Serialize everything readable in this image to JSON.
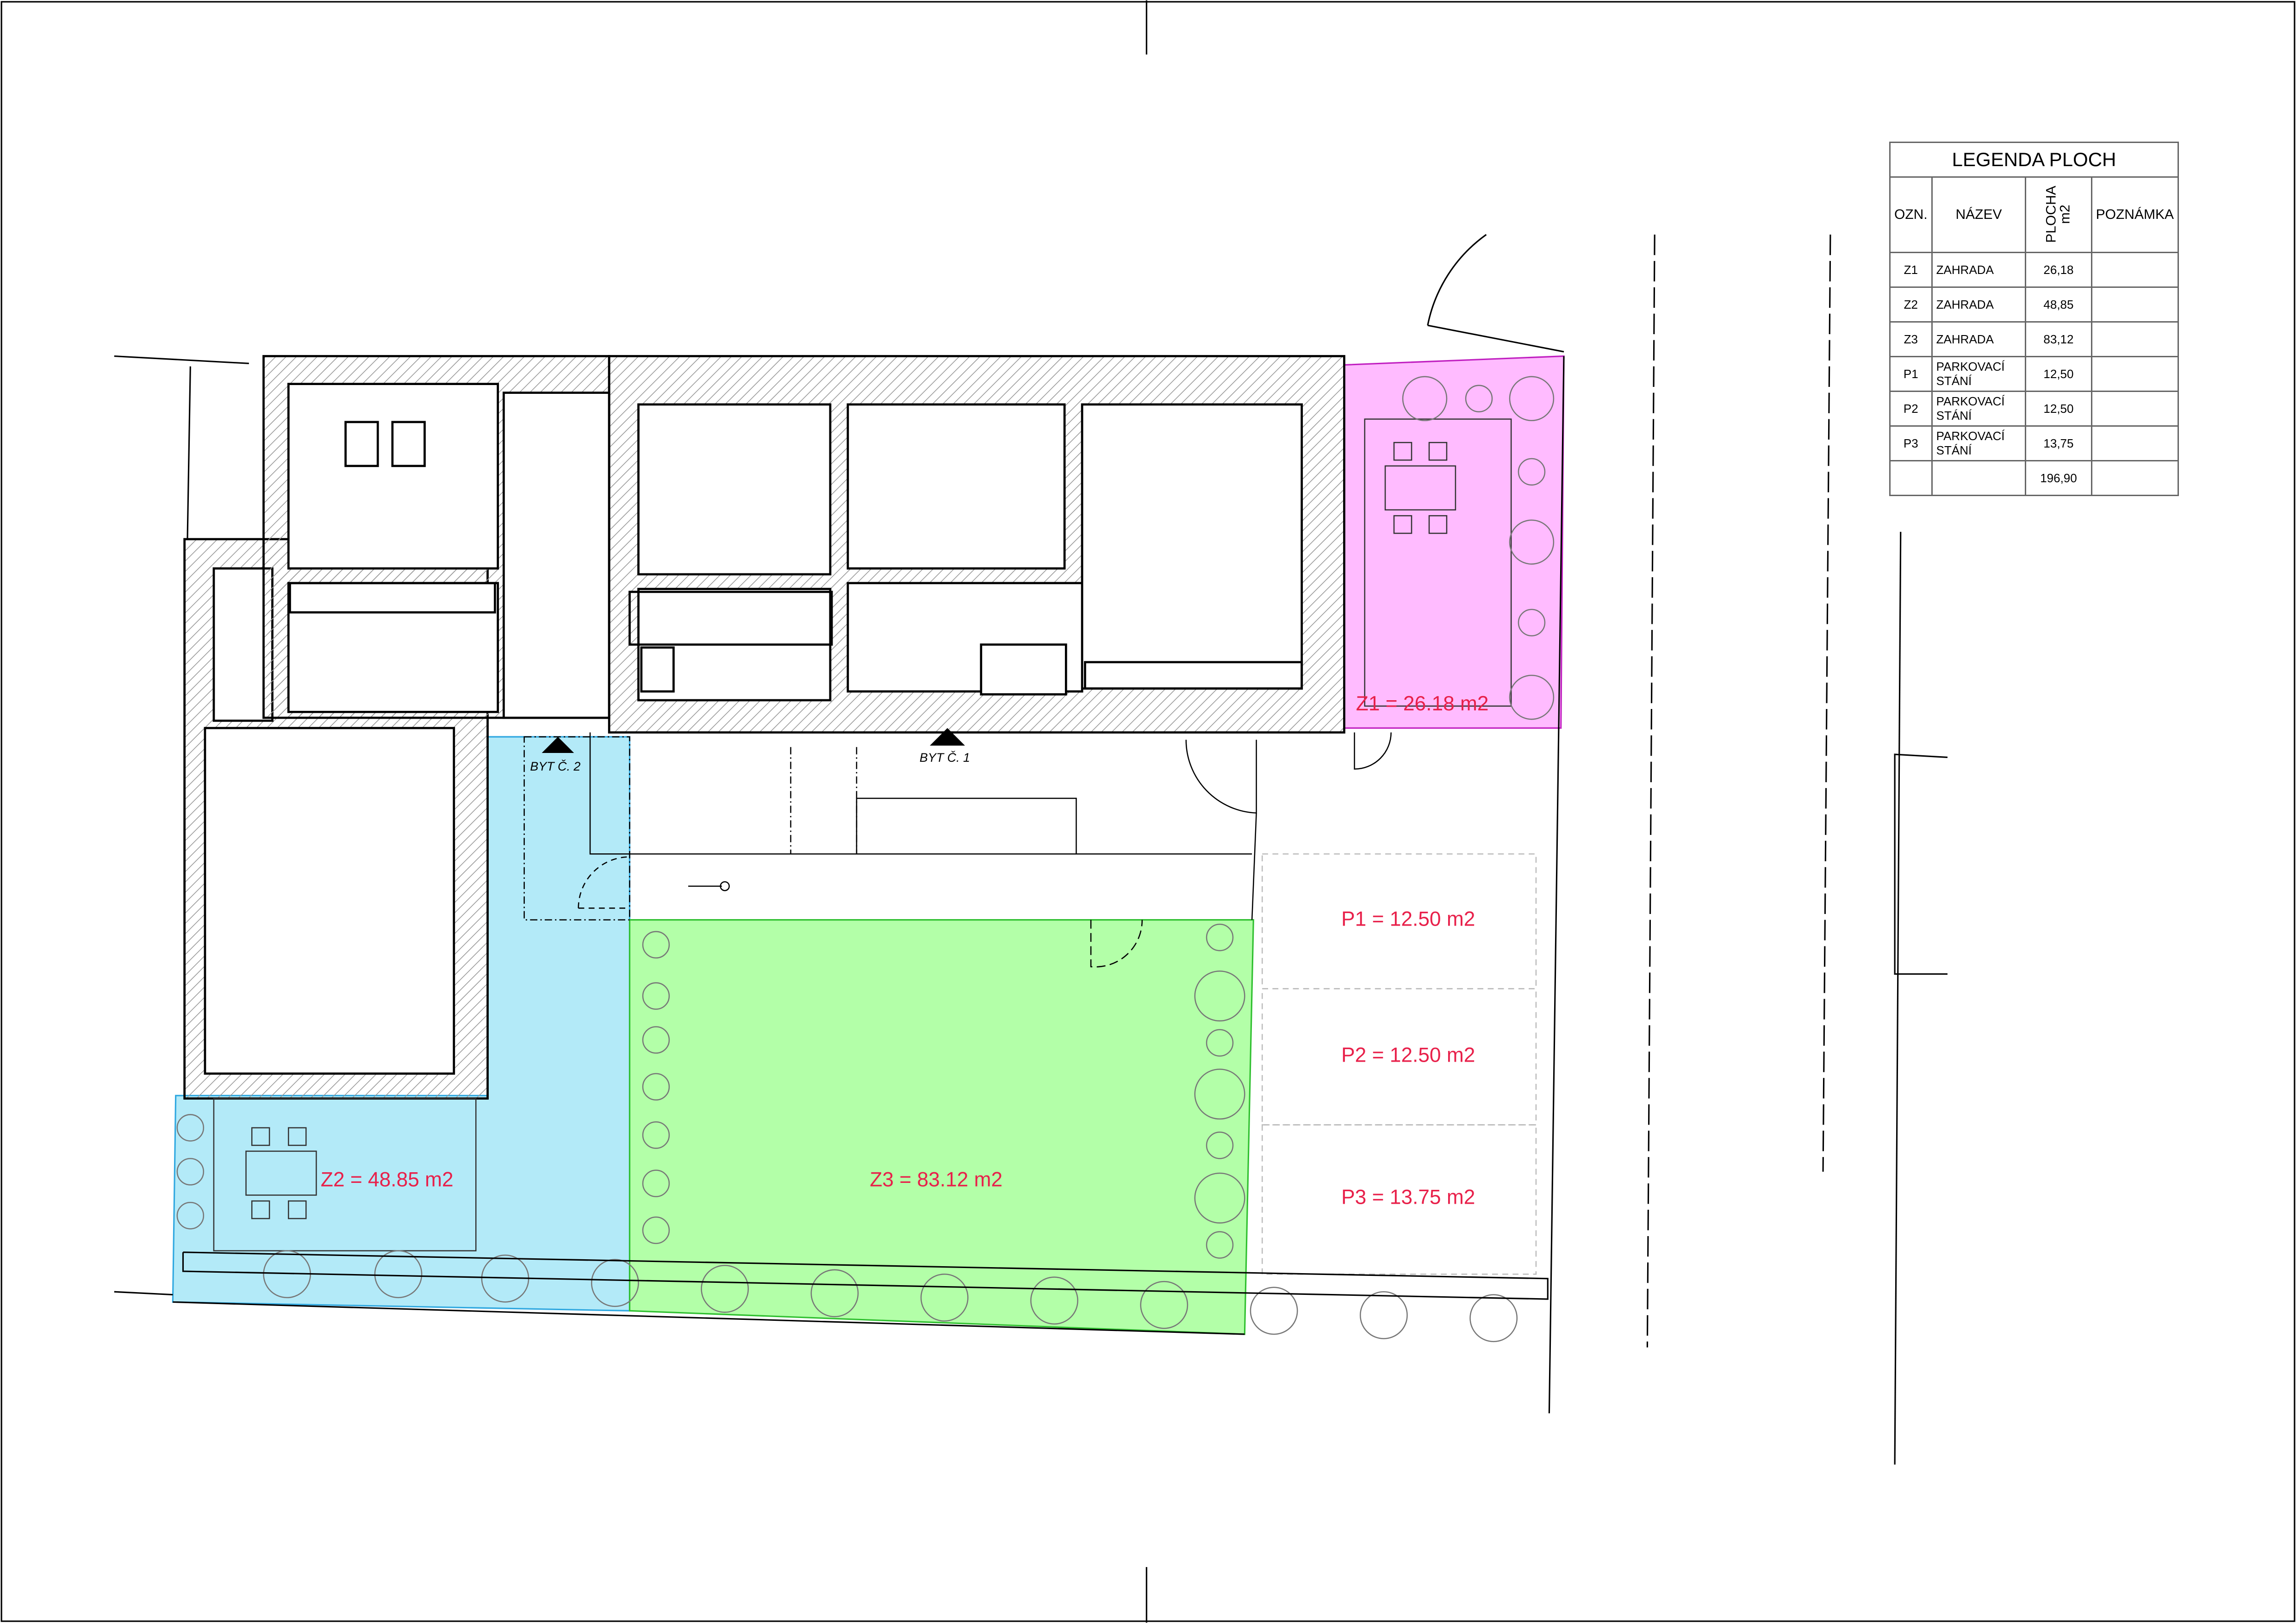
{
  "legend": {
    "title": "LEGENDA PLOCH",
    "headers": {
      "ozn": "OZN.",
      "nazev": "NÁZEV",
      "plocha": "PLOCHA",
      "unit": "m2",
      "poznamka": "POZNÁMKA"
    },
    "rows": [
      {
        "ozn": "Z1",
        "nazev": "ZAHRADA",
        "plocha": "26,18",
        "poznamka": ""
      },
      {
        "ozn": "Z2",
        "nazev": "ZAHRADA",
        "plocha": "48,85",
        "poznamka": ""
      },
      {
        "ozn": "Z3",
        "nazev": "ZAHRADA",
        "plocha": "83,12",
        "poznamka": ""
      },
      {
        "ozn": "P1",
        "nazev": "PARKOVACÍ STÁNÍ",
        "plocha": "12,50",
        "poznamka": ""
      },
      {
        "ozn": "P2",
        "nazev": "PARKOVACÍ STÁNÍ",
        "plocha": "12,50",
        "poznamka": ""
      },
      {
        "ozn": "P3",
        "nazev": "PARKOVACÍ STÁNÍ",
        "plocha": "13,75",
        "poznamka": ""
      }
    ],
    "total": "196,90"
  },
  "areas": {
    "z1": "Z1 = 26.18 m2",
    "z2": "Z2 = 48.85 m2",
    "z3": "Z3 = 83.12 m2",
    "p1": "P1 = 12.50 m2",
    "p2": "P2 = 12.50 m2",
    "p3": "P3 = 13.75 m2"
  },
  "entrances": {
    "byt1": "BYT Č. 1",
    "byt2": "BYT Č. 2"
  },
  "colors": {
    "z1": "#ffbbff",
    "z2": "#b3eaf8",
    "z3": "#b3ffa8",
    "label": "#e8204a"
  }
}
